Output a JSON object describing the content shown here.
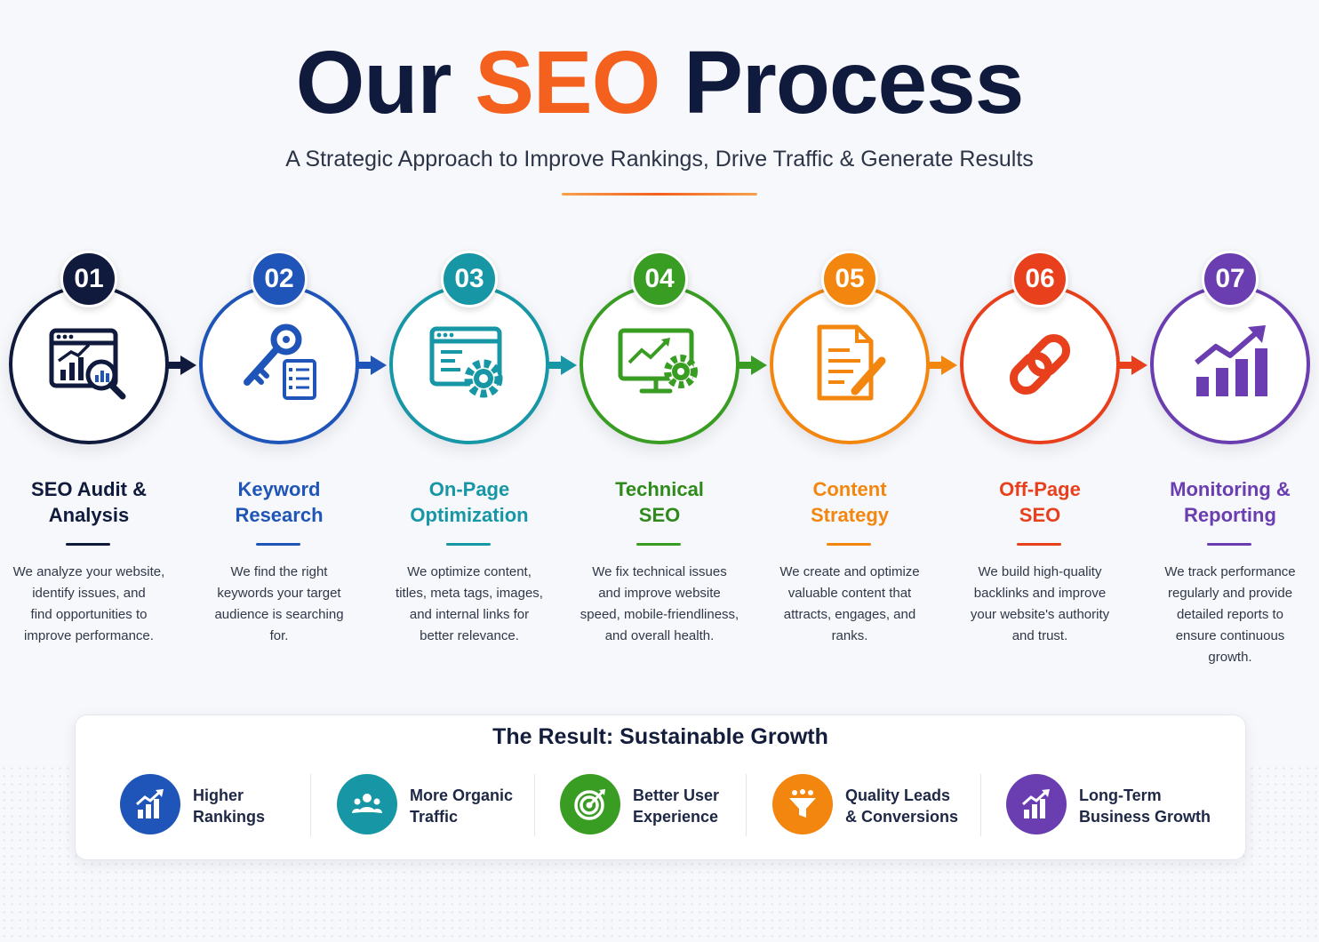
{
  "header": {
    "title_pre": "Our",
    "title_accent": "SEO",
    "title_post": "Process",
    "subtitle": "A Strategic Approach to Improve Rankings, Drive Traffic & Generate Results"
  },
  "colors": {
    "navy": "#0f1a3c",
    "orange_accent": "#f4601d",
    "step_colors": [
      "#0f1a3c",
      "#1f55b8",
      "#1796a6",
      "#3a9d23",
      "#f2860f",
      "#e8401d",
      "#6a3db0"
    ]
  },
  "steps": [
    {
      "number": "01",
      "title": [
        "SEO Audit &",
        "Analysis"
      ],
      "icon": "audit-analytics-icon",
      "desc": [
        "We analyze your website,",
        "identify issues, and",
        "find opportunities to",
        "improve performance."
      ]
    },
    {
      "number": "02",
      "title": [
        "Keyword",
        "Research"
      ],
      "icon": "key-list-icon",
      "desc": [
        "We find the right",
        "keywords your target",
        "audience is searching",
        "for."
      ]
    },
    {
      "number": "03",
      "title": [
        "On-Page",
        "Optimization"
      ],
      "icon": "browser-gear-icon",
      "desc": [
        "We optimize content,",
        "titles, meta tags, images,",
        "and internal links for",
        "better relevance."
      ]
    },
    {
      "number": "04",
      "title": [
        "Technical",
        "SEO"
      ],
      "icon": "monitor-gear-icon",
      "desc": [
        "We fix technical issues",
        "and improve website",
        "speed, mobile-friendliness,",
        "and overall health."
      ]
    },
    {
      "number": "05",
      "title": [
        "Content",
        "Strategy"
      ],
      "icon": "document-pencil-icon",
      "desc": [
        "We create and optimize",
        "valuable content that",
        "attracts, engages, and",
        "ranks."
      ]
    },
    {
      "number": "06",
      "title": [
        "Off-Page",
        "SEO"
      ],
      "icon": "chain-link-icon",
      "desc": [
        "We build high-quality",
        "backlinks and improve",
        "your website's authority",
        "and trust."
      ]
    },
    {
      "number": "07",
      "title": [
        "Monitoring &",
        "Reporting"
      ],
      "icon": "growth-chart-icon",
      "desc": [
        "We track performance",
        "regularly and provide",
        "detailed reports to",
        "ensure continuous",
        "growth."
      ]
    }
  ],
  "result": {
    "title": "The Result: Sustainable Growth",
    "items": [
      {
        "label": [
          "Higher",
          "Rankings"
        ],
        "icon": "bar-chart-arrow-icon",
        "color": "#1f55b8"
      },
      {
        "label": [
          "More Organic",
          "Traffic"
        ],
        "icon": "people-group-icon",
        "color": "#1796a6"
      },
      {
        "label": [
          "Better User",
          "Experience"
        ],
        "icon": "target-icon",
        "color": "#3a9d23"
      },
      {
        "label": [
          "Quality Leads",
          "& Conversions"
        ],
        "icon": "funnel-icon",
        "color": "#f2860f"
      },
      {
        "label": [
          "Long-Term",
          "Business Growth"
        ],
        "icon": "growth-arrow-icon",
        "color": "#6a3db0"
      }
    ]
  }
}
